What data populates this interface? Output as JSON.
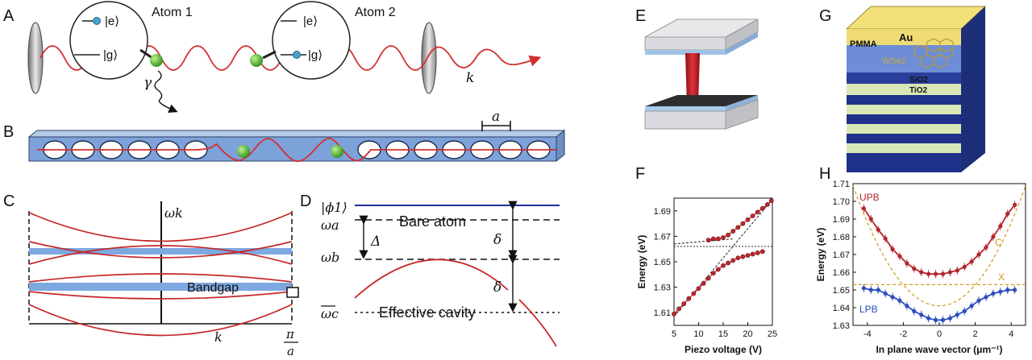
{
  "panels": [
    "A",
    "B",
    "C",
    "D",
    "E",
    "F",
    "G",
    "H"
  ],
  "panel_a": {
    "atom1": "Atom 1",
    "atom2": "Atom 2",
    "excited": "|e⟩",
    "ground": "|g⟩",
    "gamma": "γ",
    "k": "k"
  },
  "panel_b": {
    "a": "a"
  },
  "panel_c": {
    "omega_k": "ωk",
    "bandgap": "Bandgap",
    "k": "k",
    "pi": "π",
    "a": "a"
  },
  "panel_d": {
    "phi1": "|ϕ1⟩",
    "omega_a": "ωa",
    "omega_b": "ωb",
    "omega_c": "ωc",
    "bare_atom": "Bare atom",
    "effective_cavity": "Effective cavity",
    "Delta": "Δ",
    "delta": "δ"
  },
  "panel_g": {
    "au": "Au",
    "pmma": "PMMA",
    "wse2": "WSe2",
    "sio2": "SiO2",
    "tio2": "TiO2"
  },
  "chart_data": [
    {
      "panel": "F",
      "type": "scatter",
      "xlabel": "Piezo voltage (V)",
      "ylabel": "Energy (eV)",
      "xlim": [
        5,
        25
      ],
      "ylim": [
        1.6,
        1.7
      ],
      "xticks": [
        5,
        10,
        15,
        20,
        25
      ],
      "yticks": [
        1.61,
        1.63,
        1.65,
        1.67,
        1.69
      ],
      "exciton_level": 1.662,
      "series": [
        {
          "values": [
            [
              12,
              1.667
            ],
            [
              13,
              1.668
            ],
            [
              14,
              1.668
            ],
            [
              15,
              1.669
            ],
            [
              16,
              1.671
            ],
            [
              17,
              1.674
            ],
            [
              18,
              1.677
            ],
            [
              19,
              1.68
            ],
            [
              20,
              1.683
            ],
            [
              21,
              1.686
            ],
            [
              22,
              1.689
            ],
            [
              23,
              1.692
            ],
            [
              24,
              1.695
            ],
            [
              24.8,
              1.698
            ]
          ],
          "color": "#c0282e"
        },
        {
          "values": [
            [
              5,
              1.609
            ],
            [
              6,
              1.613
            ],
            [
              7,
              1.617
            ],
            [
              8,
              1.621
            ],
            [
              9,
              1.625
            ],
            [
              10,
              1.629
            ],
            [
              11,
              1.633
            ],
            [
              12,
              1.637
            ],
            [
              13,
              1.641
            ],
            [
              14,
              1.644
            ],
            [
              15,
              1.647
            ],
            [
              16,
              1.649
            ],
            [
              17,
              1.651
            ],
            [
              18,
              1.653
            ],
            [
              19,
              1.654
            ],
            [
              20,
              1.655
            ],
            [
              21,
              1.656
            ],
            [
              22,
              1.657
            ],
            [
              23,
              1.658
            ]
          ],
          "color": "#c0282e"
        }
      ]
    },
    {
      "panel": "H",
      "type": "scatter",
      "xlabel": "In plane wave vector (μm⁻¹)",
      "ylabel": "Energy (eV)",
      "xlim": [
        -4.8,
        4.8
      ],
      "ylim": [
        1.63,
        1.71
      ],
      "xticks": [
        -4,
        -2,
        0,
        2,
        4
      ],
      "yticks": [
        1.63,
        1.64,
        1.65,
        1.66,
        1.67,
        1.68,
        1.69,
        1.7,
        1.71
      ],
      "X_level": 1.653,
      "series": [
        {
          "name": "UPB",
          "color": "#b3252b",
          "values": [
            [
              -4.2,
              1.696
            ],
            [
              -3.8,
              1.69
            ],
            [
              -3.4,
              1.684
            ],
            [
              -3.0,
              1.679
            ],
            [
              -2.6,
              1.673
            ],
            [
              -2.2,
              1.669
            ],
            [
              -1.8,
              1.665
            ],
            [
              -1.4,
              1.662
            ],
            [
              -1.0,
              1.66
            ],
            [
              -0.6,
              1.659
            ],
            [
              -0.2,
              1.659
            ],
            [
              0.2,
              1.659
            ],
            [
              0.6,
              1.66
            ],
            [
              1.0,
              1.661
            ],
            [
              1.4,
              1.663
            ],
            [
              1.8,
              1.666
            ],
            [
              2.2,
              1.67
            ],
            [
              2.6,
              1.674
            ],
            [
              3.0,
              1.68
            ],
            [
              3.4,
              1.686
            ],
            [
              3.8,
              1.693
            ],
            [
              4.2,
              1.698
            ]
          ]
        },
        {
          "name": "LPB",
          "color": "#2e4dbf",
          "values": [
            [
              -4.2,
              1.651
            ],
            [
              -3.8,
              1.65
            ],
            [
              -3.4,
              1.65
            ],
            [
              -3.0,
              1.648
            ],
            [
              -2.6,
              1.646
            ],
            [
              -2.2,
              1.644
            ],
            [
              -1.8,
              1.641
            ],
            [
              -1.4,
              1.638
            ],
            [
              -1.0,
              1.636
            ],
            [
              -0.6,
              1.634
            ],
            [
              -0.2,
              1.633
            ],
            [
              0.2,
              1.633
            ],
            [
              0.6,
              1.634
            ],
            [
              1.0,
              1.636
            ],
            [
              1.4,
              1.638
            ],
            [
              1.8,
              1.641
            ],
            [
              2.2,
              1.644
            ],
            [
              2.6,
              1.646
            ],
            [
              3.0,
              1.648
            ],
            [
              3.4,
              1.649
            ],
            [
              3.8,
              1.65
            ],
            [
              4.2,
              1.65
            ]
          ]
        }
      ],
      "annotations": [
        "C",
        "X"
      ]
    }
  ]
}
